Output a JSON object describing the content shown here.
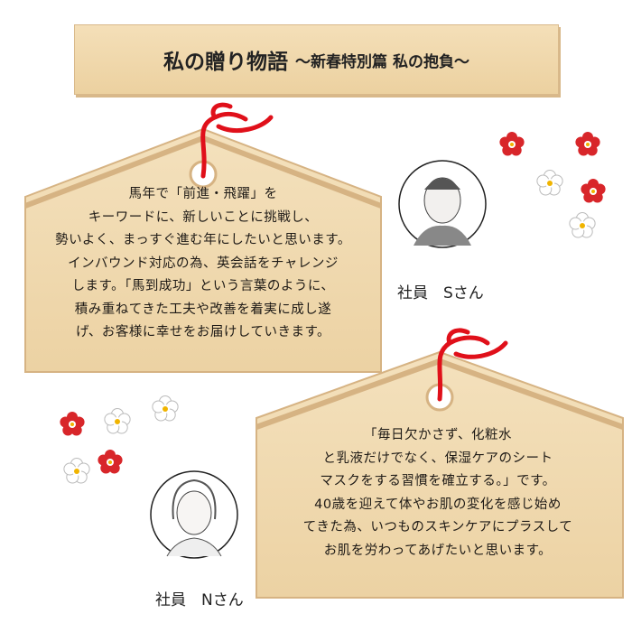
{
  "title": {
    "main": "私の贈り物語",
    "sub": "～新春特別篇 私の抱負～"
  },
  "ema_s": {
    "lines": [
      "馬年で「前進・飛躍」を",
      "キーワードに、新しいことに挑戦し、",
      "勢いよく、まっすぐ進む年にしたいと思います。",
      "インバウンド対応の為、英会話をチャレンジ",
      "します。「馬到成功」という言葉のように、",
      "積み重ねてきた工夫や改善を着実に成し遂",
      "げ、お客様に幸せをお届けしていきます。"
    ],
    "name": "社員　Sさん"
  },
  "ema_n": {
    "lines": [
      "「毎日欠かさず、化粧水",
      "と乳液だけでなく、保湿ケアのシート",
      "マスクをする習慣を確立する。」です。",
      "40歳を迎えて体やお肌の変化を感じ始め",
      "てきた為、いつものスキンケアにプラスして",
      "お肌を労わってあげたいと思います。"
    ],
    "name": "社員　Nさん"
  },
  "colors": {
    "wood": "#f1dbb2",
    "wood_edge": "#dcbb8a",
    "string": "#e0101a",
    "plum_red": "#d8262a",
    "plum_white": "#ffffff"
  }
}
